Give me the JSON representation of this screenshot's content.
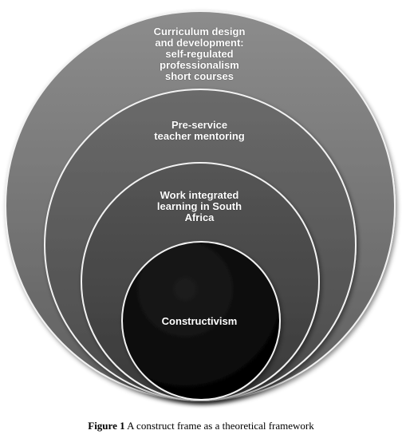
{
  "diagram": {
    "rings": [
      {
        "id": "outer",
        "label": "Curriculum design\nand development:\nself-regulated\nprofessionalism\nshort courses",
        "color": "#6e6e6e"
      },
      {
        "id": "second",
        "label": "Pre-service\nteacher mentoring",
        "color": "#575757"
      },
      {
        "id": "third",
        "label": "Work integrated\nlearning in South\nAfrica",
        "color": "#444444"
      },
      {
        "id": "core",
        "label": "Constructivism",
        "color": "#050505"
      }
    ]
  },
  "caption": {
    "number": "Figure 1",
    "text": " A construct frame as a theoretical framework"
  }
}
